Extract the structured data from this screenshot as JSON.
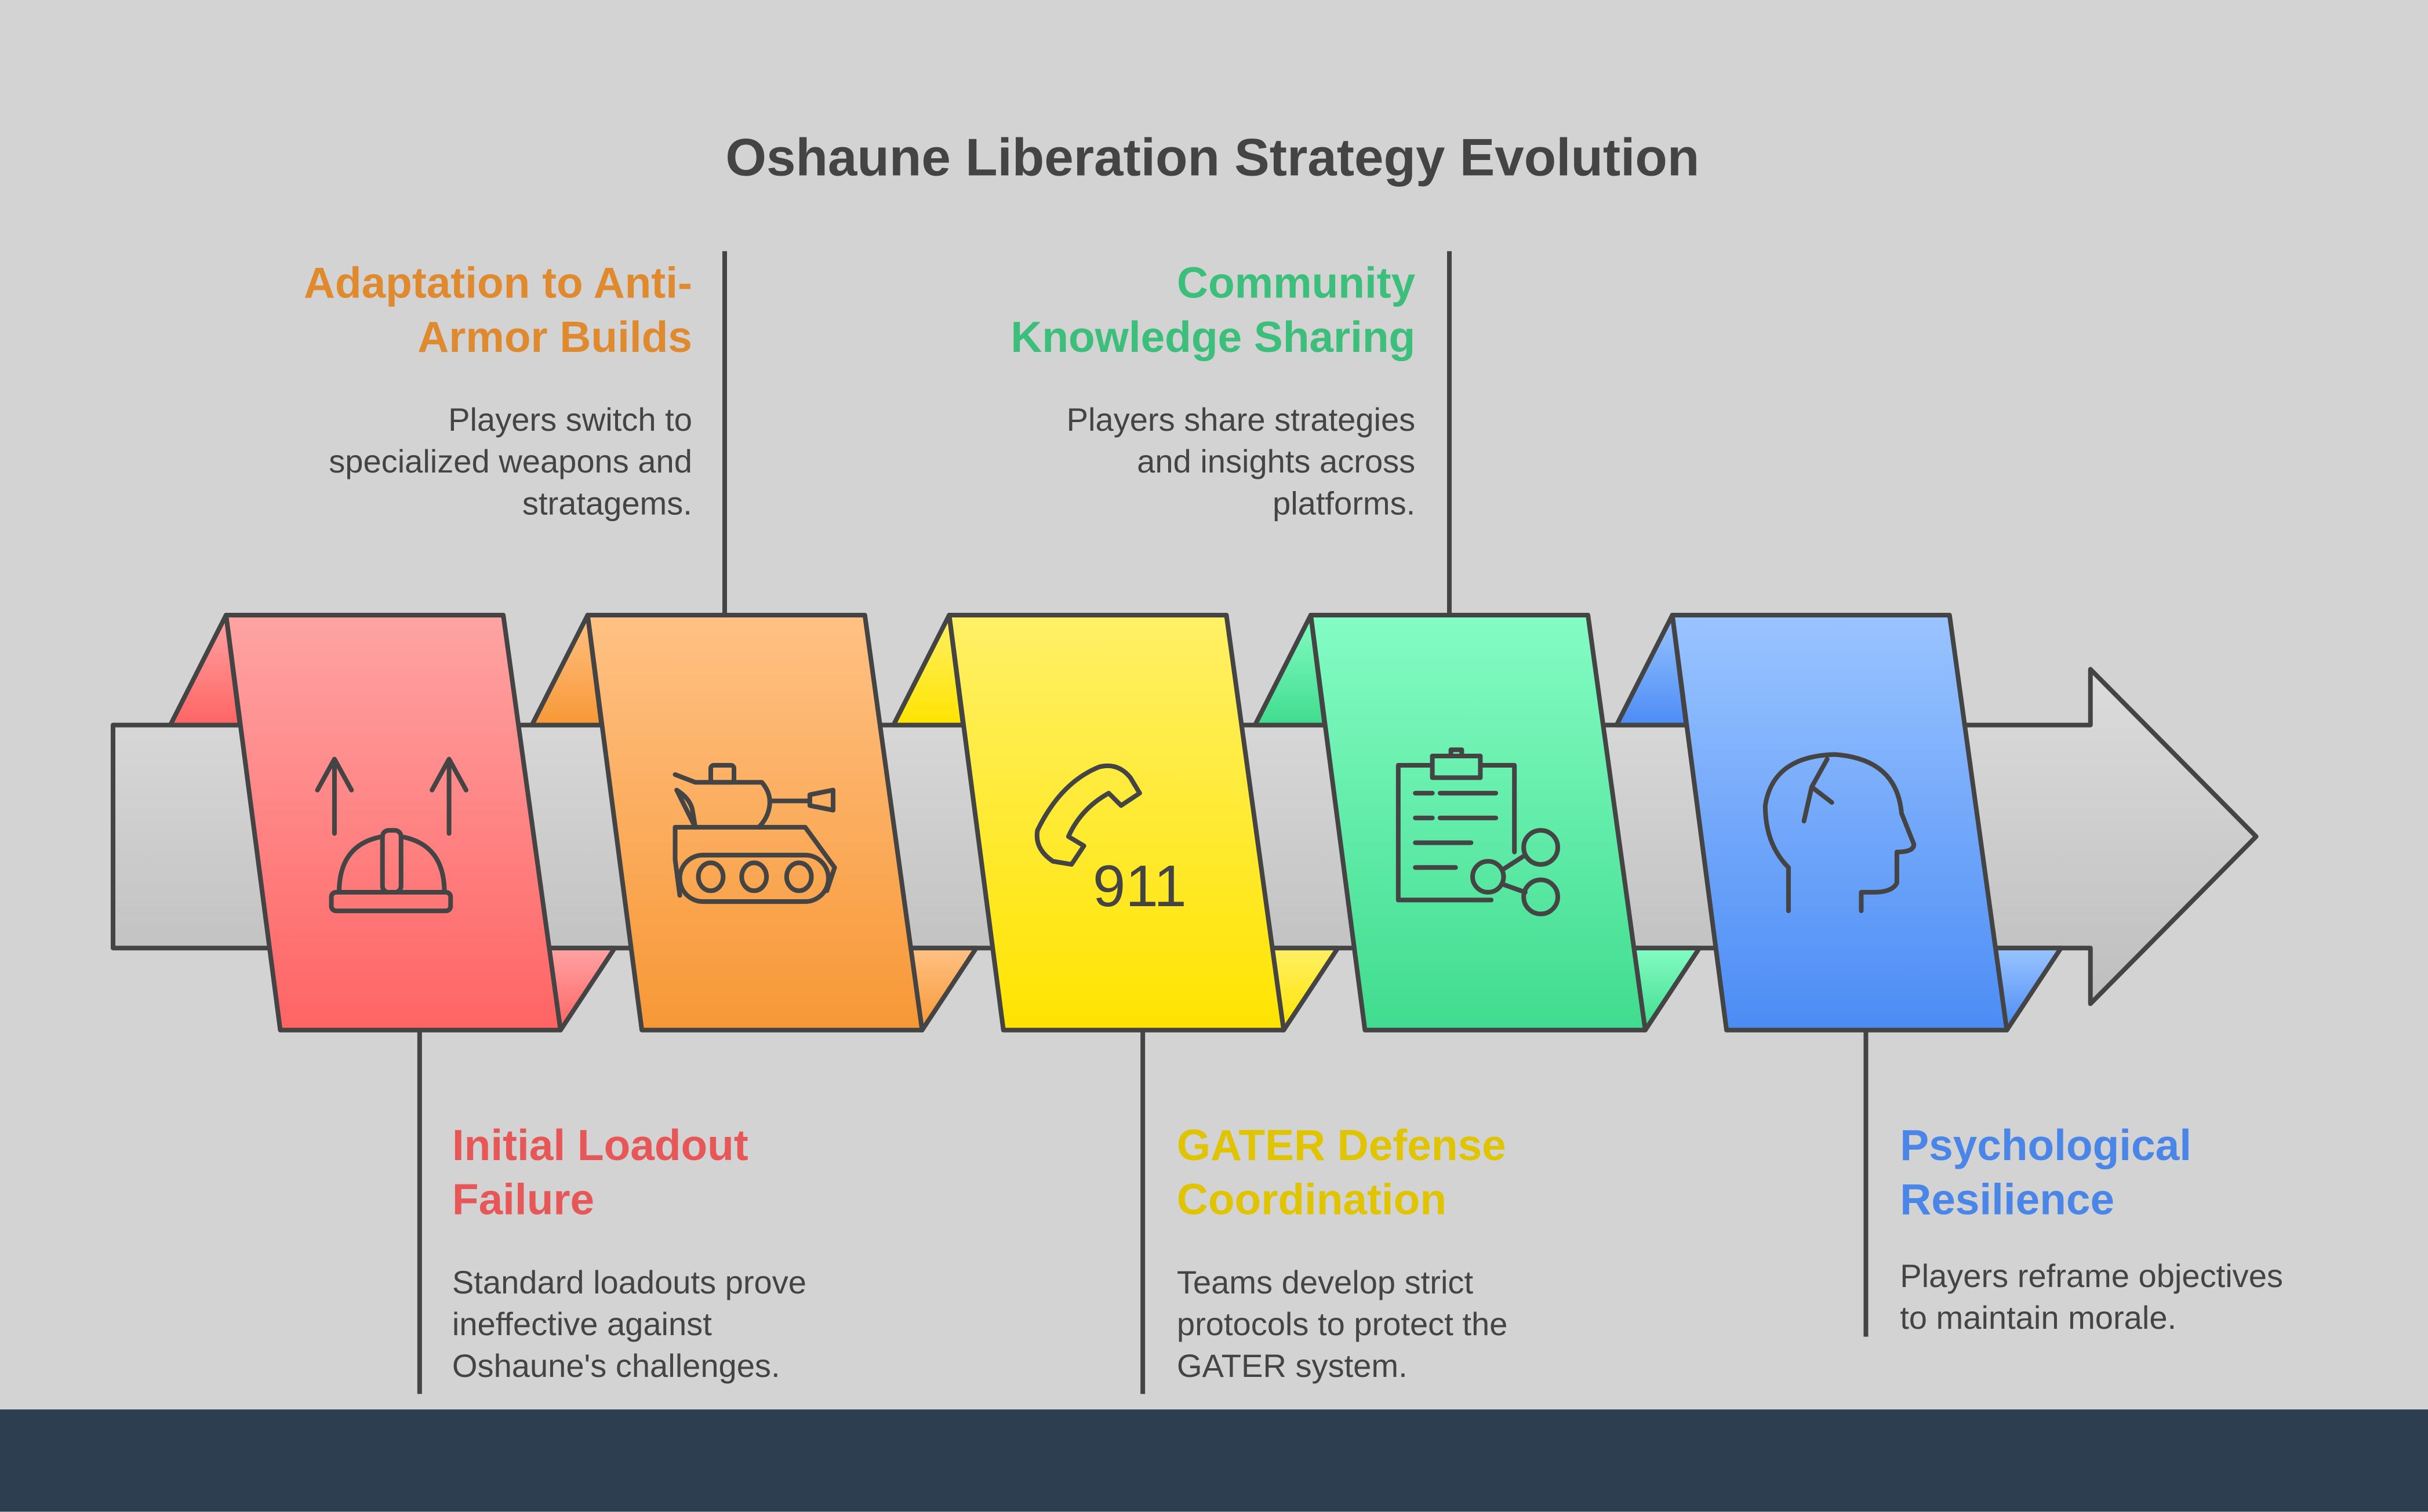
{
  "title": "Oshaune Liberation Strategy Evolution",
  "colors": {
    "background": "#d3d3d3",
    "footer": "#2c3e50",
    "red": "#e85757",
    "orange": "#e08a30",
    "yellow": "#e0c400",
    "green": "#3cbf7a",
    "blue": "#4a86e8"
  },
  "steps": [
    {
      "title": [
        "Initial Loadout",
        "Failure"
      ],
      "desc": [
        "Standard loadouts prove",
        "ineffective against",
        "Oshaune's challenges."
      ],
      "icon": "hard-hat-arrows-icon"
    },
    {
      "title": [
        "Adaptation to Anti-",
        "Armor Builds"
      ],
      "desc": [
        "Players switch to",
        "specialized weapons and",
        "stratagems."
      ],
      "icon": "tank-icon"
    },
    {
      "title": [
        "GATER Defense",
        "Coordination"
      ],
      "desc": [
        "Teams develop strict",
        "protocols to protect the",
        "GATER system."
      ],
      "icon": "phone-911-icon",
      "icon_text": "911"
    },
    {
      "title": [
        "Community",
        "Knowledge Sharing"
      ],
      "desc": [
        "Players share strategies",
        "and insights across",
        "platforms."
      ],
      "icon": "clipboard-share-icon"
    },
    {
      "title": [
        "Psychological",
        "Resilience"
      ],
      "desc": [
        "Players reframe objectives",
        "to maintain morale."
      ],
      "icon": "head-crack-icon"
    }
  ]
}
